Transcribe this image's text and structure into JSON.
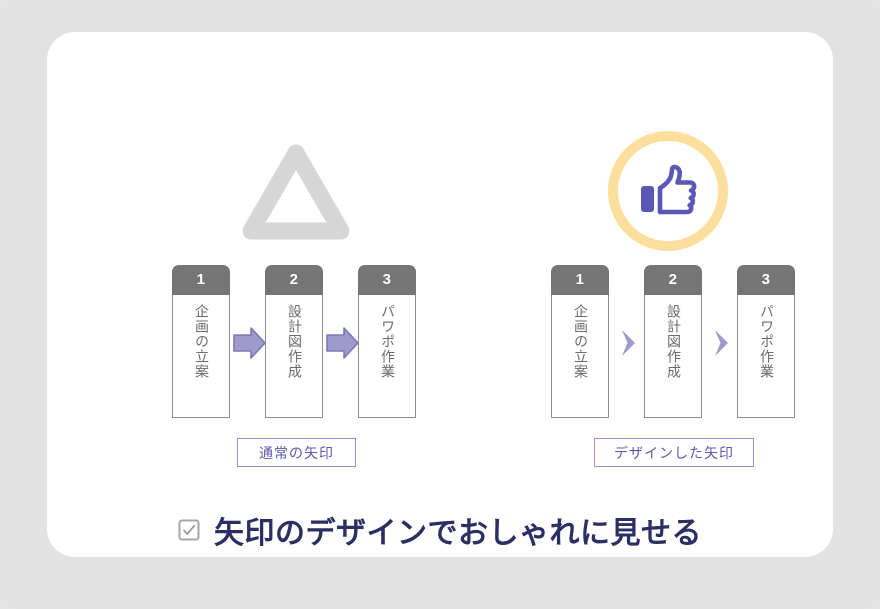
{
  "slide": {
    "background_color": "#e2e2e2",
    "card_color": "#ffffff",
    "accent_purple": "#5e58ab",
    "arrow_purple": "#8f8bc6",
    "ring_yellow": "#fcdf9c",
    "header_gray": "#757575",
    "headline_navy": "#2b2f63"
  },
  "icons": {
    "bad_example": "triangle-outline-icon",
    "good_example": "thumbs-up-icon",
    "headline_marker": "checkbox-checked-icon",
    "normal_arrow": "block-arrow-right-icon",
    "designed_arrow": "chevron-right-icon"
  },
  "flows": [
    {
      "id": "normal",
      "caption": "通常の矢印",
      "arrow_style": "block-arrow-right-icon",
      "steps": [
        {
          "number": "1",
          "label": "企画の立案"
        },
        {
          "number": "2",
          "label": "設計図作成"
        },
        {
          "number": "3",
          "label": "パワポ作業"
        }
      ]
    },
    {
      "id": "designed",
      "caption": "デザインした矢印",
      "arrow_style": "chevron-right-icon",
      "steps": [
        {
          "number": "1",
          "label": "企画の立案"
        },
        {
          "number": "2",
          "label": "設計図作成"
        },
        {
          "number": "3",
          "label": "パワポ作業"
        }
      ]
    }
  ],
  "headline": {
    "text": "矢印のデザインでおしゃれに見せる"
  }
}
